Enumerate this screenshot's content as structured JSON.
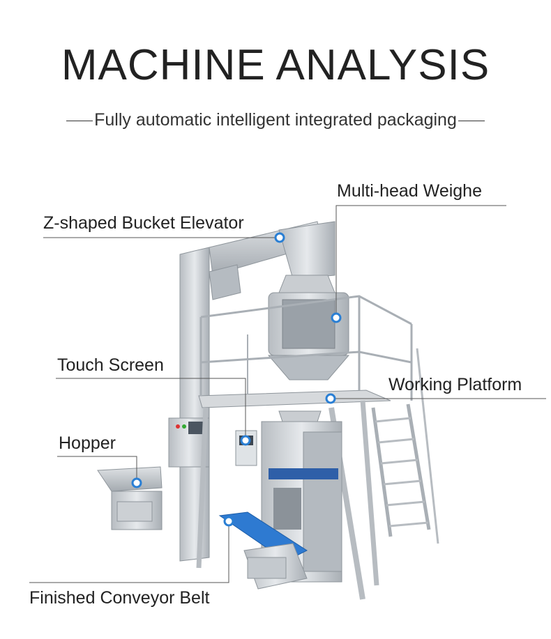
{
  "header": {
    "title": "MACHINE ANALYSIS",
    "subtitle": "Fully automatic intelligent integrated packaging"
  },
  "labels": {
    "multi_head_weigher": "Multi-head Weighe",
    "bucket_elevator": "Z-shaped Bucket Elevator",
    "touch_screen": "Touch Screen",
    "working_platform": "Working Platform",
    "hopper": "Hopper",
    "conveyor_belt": "Finished Conveyor Belt"
  },
  "colors": {
    "marker": "#2a7fd4",
    "leader_line": "#555555",
    "steel": "#c9cdd1",
    "steel_dark": "#8e959b",
    "conveyor": "#2e7ad1"
  }
}
